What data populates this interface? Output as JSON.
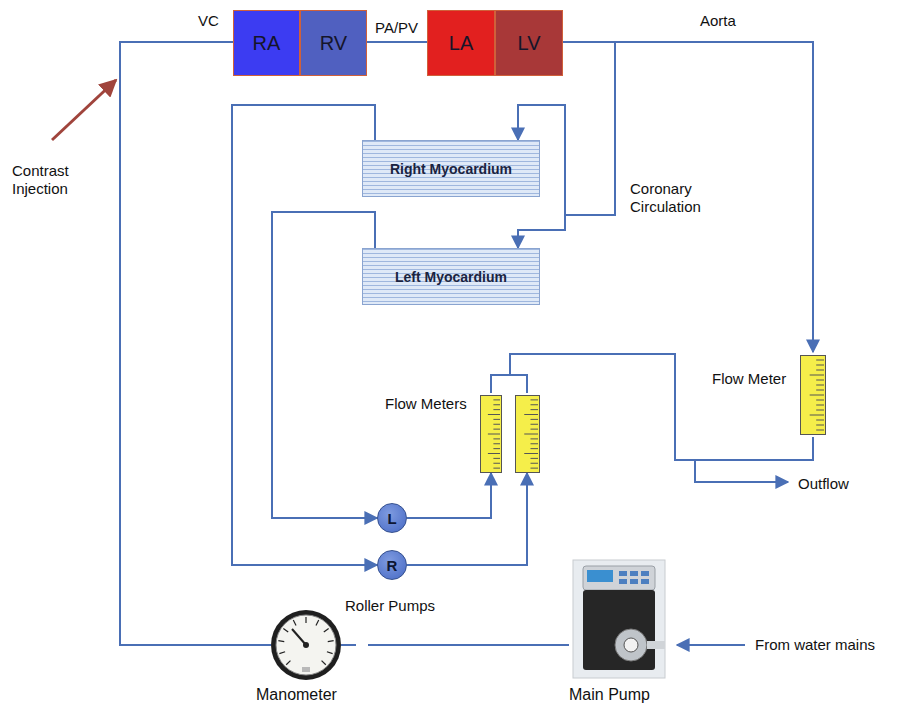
{
  "diagram": {
    "nodes": [
      {
        "text": [
          "RA"
        ]
      },
      {
        "text": [
          "RV"
        ]
      },
      {
        "text": [
          "LA"
        ]
      },
      {
        "text": [
          "LV"
        ]
      },
      {
        "text": [
          "Right Myocardium"
        ]
      },
      {
        "text": [
          "Left Myocardium"
        ]
      },
      {
        "text": [
          "Flow Meter"
        ]
      },
      {
        "text": [
          "Flow Meters"
        ]
      },
      {
        "text": [
          "L"
        ]
      },
      {
        "text": [
          "R"
        ]
      },
      {
        "text": [
          "Manometer"
        ]
      },
      {
        "text": [
          "Main Pump"
        ]
      }
    ],
    "edges": [
      {
        "from": 1,
        "to": 2,
        "arrow": "none",
        "label": "PA/PV"
      },
      {
        "from": 3,
        "to": 6,
        "arrow": "to"
      },
      {
        "from": 3,
        "to": 4,
        "arrow": "to"
      },
      {
        "from": 3,
        "to": 5,
        "arrow": "to"
      },
      {
        "from": 4,
        "to": 9,
        "arrow": "to"
      },
      {
        "from": 5,
        "to": 8,
        "arrow": "to"
      },
      {
        "from": 8,
        "to": 7,
        "arrow": "to"
      },
      {
        "from": 9,
        "to": 7,
        "arrow": "to"
      },
      {
        "from": 11,
        "to": 10,
        "arrow": "none"
      },
      {
        "from": 10,
        "to": 0,
        "arrow": "none"
      }
    ],
    "labels": [
      "VC",
      "Aorta",
      "Contrast Injection",
      "Coronary Circulation",
      "Roller Pumps",
      "Outflow",
      "From water mains"
    ]
  }
}
